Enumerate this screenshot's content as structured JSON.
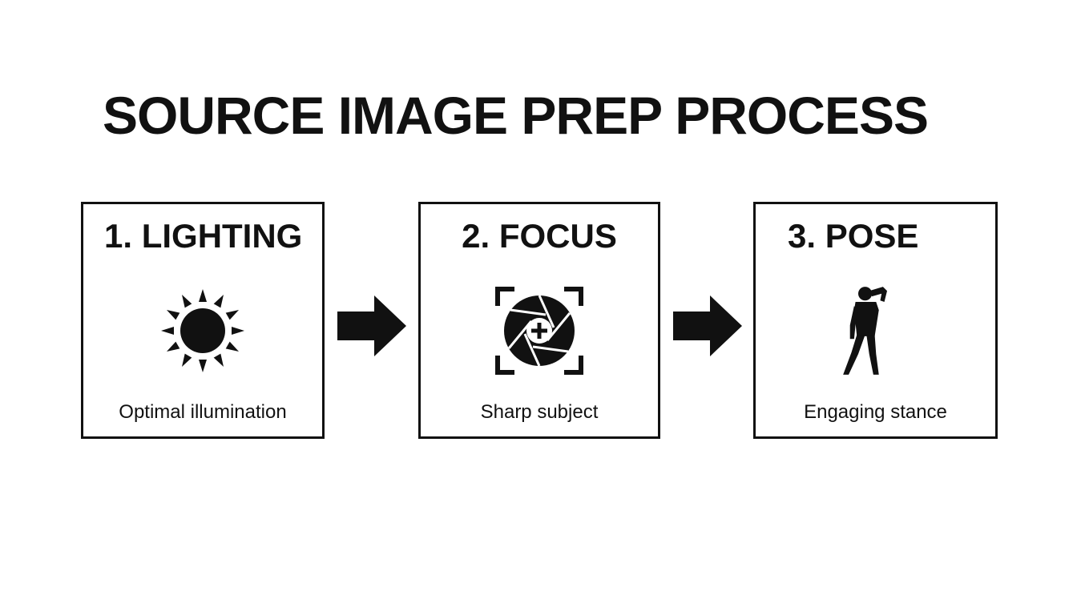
{
  "title": "SOURCE IMAGE PREP PROCESS",
  "steps": [
    {
      "heading": "1. LIGHTING",
      "caption": "Optimal illumination",
      "icon": "sun-icon"
    },
    {
      "heading": "2. FOCUS",
      "caption": "Sharp subject",
      "icon": "camera-aperture-focus-icon"
    },
    {
      "heading": "3. POSE",
      "caption": "Engaging stance",
      "icon": "person-pose-icon"
    }
  ],
  "arrows": [
    "right-arrow-icon",
    "right-arrow-icon"
  ],
  "colors": {
    "ink": "#111111",
    "background": "#ffffff"
  }
}
